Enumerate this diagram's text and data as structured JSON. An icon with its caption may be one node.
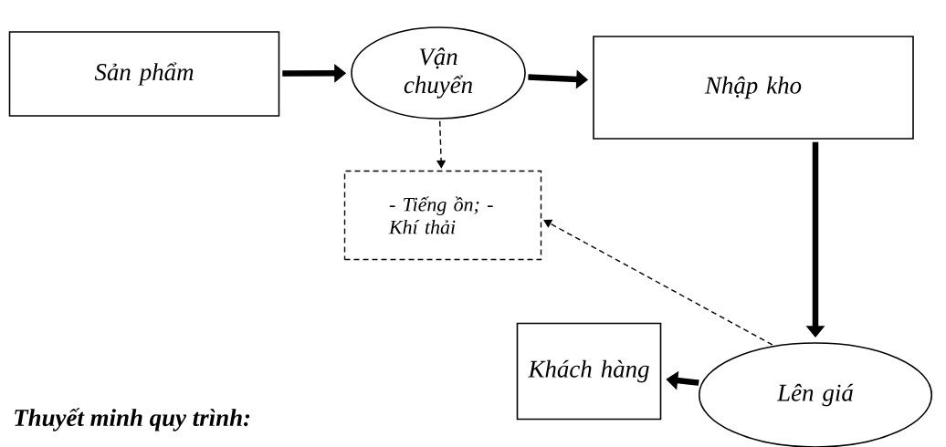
{
  "diagram": {
    "nodes": [
      {
        "text": [
          "Sản phẩm"
        ]
      },
      {
        "text": [
          "Vận chuyển"
        ]
      },
      {
        "text": [
          "Nhập kho"
        ]
      },
      {
        "text": [
          "- Tiếng ồn; - Khí thải"
        ]
      },
      {
        "text": [
          "Lên giá"
        ]
      },
      {
        "text": [
          "Khách hàng"
        ]
      }
    ],
    "edges": [
      {
        "from": 0,
        "to": 1,
        "arrow": "to"
      },
      {
        "from": 1,
        "to": 2,
        "arrow": "to"
      },
      {
        "from": 2,
        "to": 4,
        "arrow": "to"
      },
      {
        "from": 4,
        "to": 5,
        "arrow": "to"
      },
      {
        "from": 1,
        "to": 3,
        "arrow": "to",
        "style": "dashed"
      },
      {
        "from": 4,
        "to": 3,
        "arrow": "to",
        "style": "dashed"
      }
    ],
    "labels": [
      "Thuyết minh quy trình:"
    ]
  }
}
